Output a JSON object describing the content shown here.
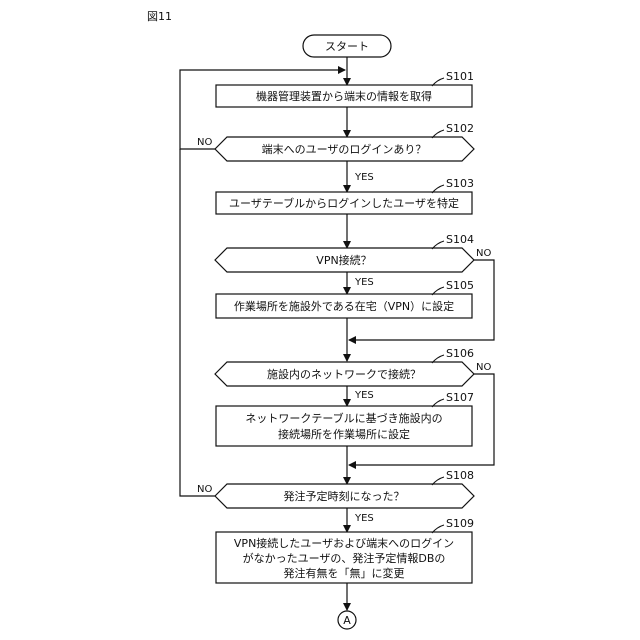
{
  "figure_label": "図11",
  "start_label": "スタート",
  "steps": {
    "s101": {
      "id": "S101",
      "text": "機器管理装置から端末の情報を取得"
    },
    "s102": {
      "id": "S102",
      "text": "端末へのユーザのログインあり？"
    },
    "s103": {
      "id": "S103",
      "text": "ユーザテーブルからログインしたユーザを特定"
    },
    "s104": {
      "id": "S104",
      "text": "VPN接続？"
    },
    "s105": {
      "id": "S105",
      "text": "作業場所を施設外である在宅（VPN）に設定"
    },
    "s106": {
      "id": "S106",
      "text": "施設内のネットワークで接続？"
    },
    "s107": {
      "id": "S107",
      "lines": [
        "ネットワークテーブルに基づき施設内の",
        "接続場所を作業場所に設定"
      ]
    },
    "s108": {
      "id": "S108",
      "text": "発注予定時刻になった？"
    },
    "s109": {
      "id": "S109",
      "lines": [
        "VPN接続したユーザおよび端末へのログイン",
        "がなかったユーザの、発注予定情報DBの",
        "発注有無を「無」に変更"
      ]
    }
  },
  "branch_labels": {
    "s102_yes": "YES",
    "s102_no": "NO",
    "s104_yes": "YES",
    "s104_no": "NO",
    "s106_yes": "YES",
    "s106_no": "NO",
    "s108_yes": "YES",
    "s108_no": "NO"
  },
  "connector": "A"
}
